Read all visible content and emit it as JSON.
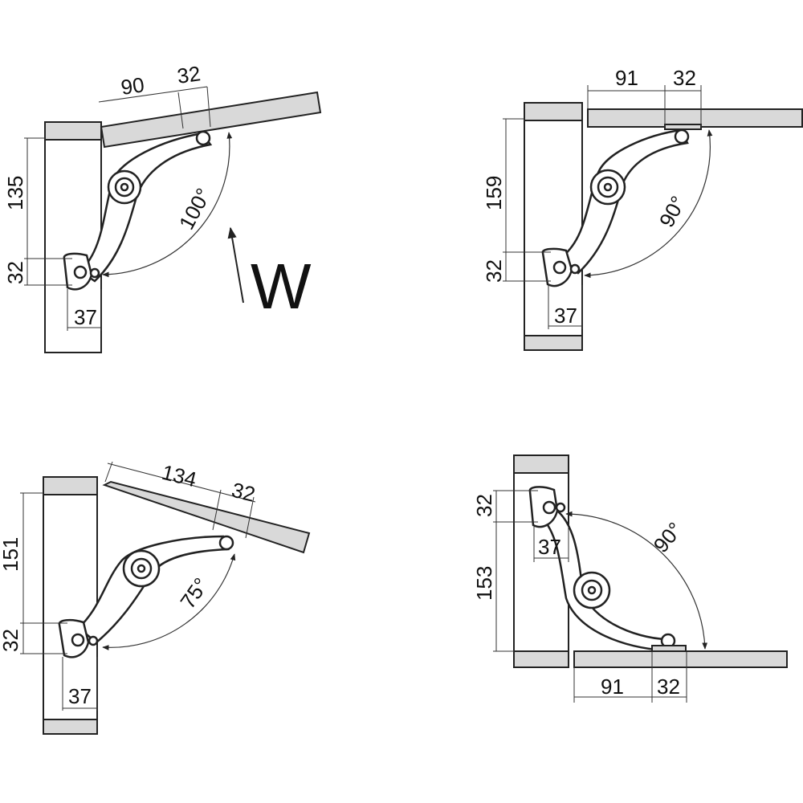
{
  "colors": {
    "panel": "#d9d9d9",
    "line": "#222222",
    "background": "#ffffff"
  },
  "load_label": "W",
  "diagrams": [
    {
      "id": "top-left",
      "angle": "100°",
      "panel_offset": "90",
      "panel_mount": "32",
      "height": "135",
      "base_height": "32",
      "base_width": "37"
    },
    {
      "id": "top-right",
      "angle": "90°",
      "panel_offset": "91",
      "panel_mount": "32",
      "height": "159",
      "base_height": "32",
      "base_width": "37"
    },
    {
      "id": "bottom-left",
      "angle": "75°",
      "panel_offset": "134",
      "panel_mount": "32",
      "height": "151",
      "base_height": "32",
      "base_width": "37"
    },
    {
      "id": "bottom-right",
      "angle": "90°",
      "panel_offset": "91",
      "panel_mount": "32",
      "height": "153",
      "base_height": "32",
      "base_width": "37"
    }
  ]
}
